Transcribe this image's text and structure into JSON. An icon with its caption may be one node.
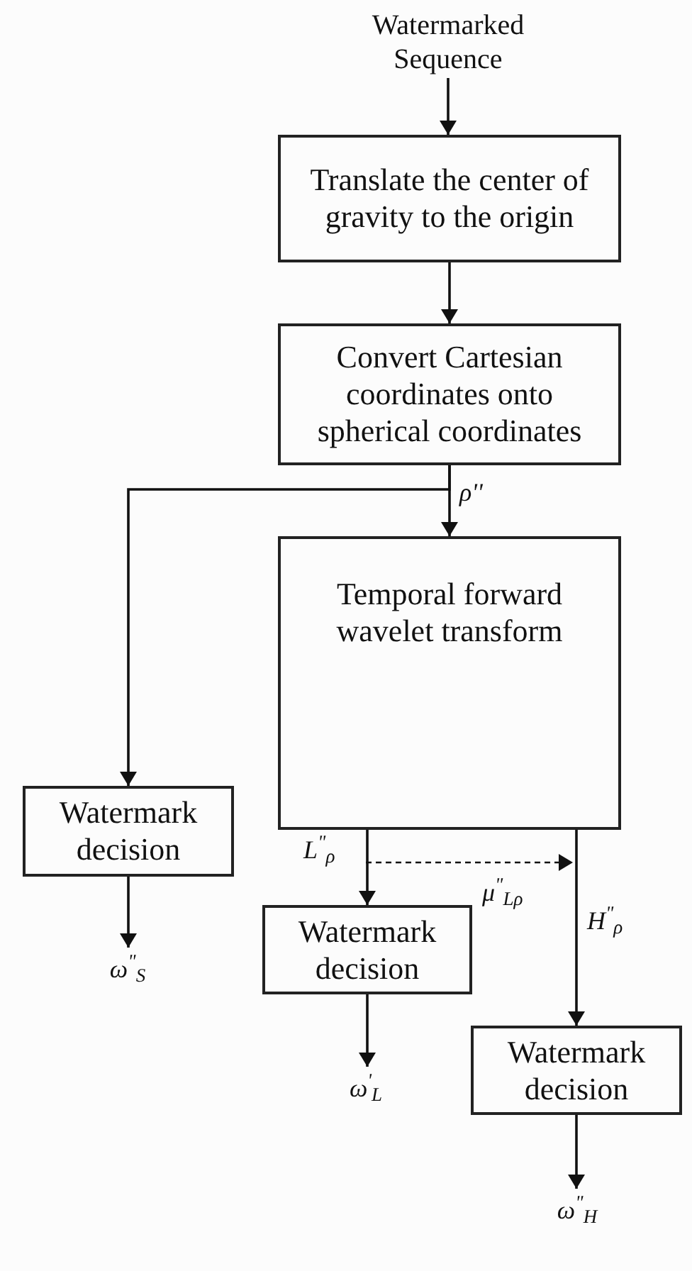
{
  "diagram": {
    "nodes": [
      {
        "text": [
          "Watermarked Sequence"
        ]
      },
      {
        "text": [
          "Translate the center of gravity to the origin"
        ]
      },
      {
        "text": [
          "Convert Cartesian coordinates onto spherical coordinates"
        ]
      },
      {
        "text": [
          "Temporal forward wavelet transform"
        ]
      },
      {
        "text": [
          "Watermark decision"
        ]
      },
      {
        "text": [
          "Watermark decision"
        ]
      },
      {
        "text": [
          "Watermark decision"
        ]
      },
      {
        "text": [
          "ω$^{\"}$$_{S}$"
        ]
      },
      {
        "text": [
          "ω$^{'}$$_{L}$"
        ]
      },
      {
        "text": [
          "ω$^{\"}$$_{H}$"
        ]
      }
    ],
    "edges": [
      {
        "from": 0,
        "to": 1,
        "arrow": "to"
      },
      {
        "from": 1,
        "to": 2,
        "arrow": "to"
      },
      {
        "from": 2,
        "to": 3,
        "arrow": "to",
        "label": "ρ''"
      },
      {
        "from": 2,
        "to": 4,
        "arrow": "to"
      },
      {
        "from": 3,
        "to": 5,
        "arrow": "to",
        "label": "L$^{\"}$$_{ρ}$"
      },
      {
        "from": 3,
        "to": 6,
        "arrow": "to",
        "label": "H$^{\"}$$_{ρ}$"
      },
      {
        "from": 4,
        "to": 7,
        "arrow": "to"
      },
      {
        "from": 5,
        "to": 8,
        "arrow": "to"
      },
      {
        "from": 6,
        "to": 9,
        "arrow": "to"
      }
    ],
    "labels": [
      "μ$^{\"}$$_{Lρ}$"
    ]
  }
}
